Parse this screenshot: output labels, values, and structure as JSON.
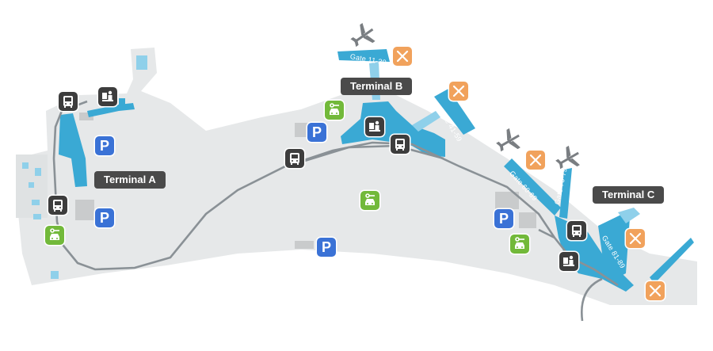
{
  "map": {
    "colors": {
      "ground": "#e6e8e9",
      "terminal": "#3aa9d4",
      "terminal_light": "#8fd0ea",
      "building": "#c9cbcc",
      "road": "#8a9196",
      "parking": "#3a72d6",
      "service_dark": "#3d3d3d",
      "car_rental": "#72b93a",
      "food": "#f1a25c",
      "label_bg": "#4a4a4a"
    },
    "terminals": [
      {
        "label": "Terminal A"
      },
      {
        "label": "Terminal B"
      },
      {
        "label": "Terminal C"
      }
    ],
    "gates": [
      {
        "label": "Gate 11-30"
      },
      {
        "label": "Gate 41-59"
      },
      {
        "label": "Gate 60-69"
      },
      {
        "label": "Gate 70-79"
      },
      {
        "label": "Gate 81-89"
      }
    ],
    "pois": {
      "parking": {
        "glyph": "P",
        "icon": "parking-icon"
      },
      "bus": {
        "icon": "bus-icon"
      },
      "car_rental": {
        "icon": "car-rental-icon"
      },
      "customs": {
        "icon": "passport-control-icon"
      },
      "restaurant": {
        "icon": "restaurant-icon"
      },
      "airplane": {
        "icon": "airplane-icon"
      }
    }
  }
}
